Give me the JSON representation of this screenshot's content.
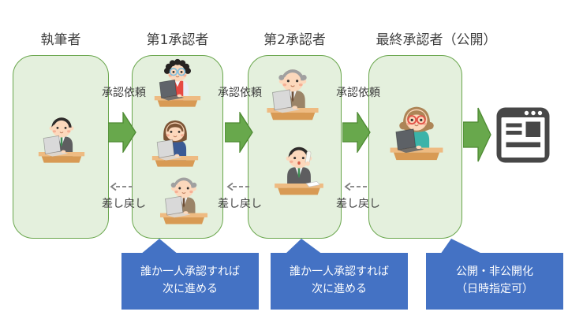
{
  "diagram_type": "approval-workflow",
  "stages": [
    {
      "id": "author",
      "title": "執筆者"
    },
    {
      "id": "first-approver",
      "title": "第1承認者"
    },
    {
      "id": "second-approver",
      "title": "第2承認者"
    },
    {
      "id": "final-approver",
      "title": "最終承認者（公開）"
    }
  ],
  "flow": {
    "request_labels": [
      "承認依頼",
      "承認依頼",
      "承認依頼"
    ],
    "return_labels": [
      "差し戻し",
      "差し戻し",
      "差し戻し"
    ]
  },
  "callouts": [
    {
      "line1": "誰か一人承認すれば",
      "line2": "次に進める"
    },
    {
      "line1": "誰か一人承認すれば",
      "line2": "次に進める"
    },
    {
      "line1": "公開・非公開化",
      "line2": "（日時指定可）"
    }
  ],
  "persons": [
    {
      "id": "author-man",
      "desc": "man in dark suit typing on laptop",
      "hair": "side",
      "hair_color": "#2e2c2b",
      "outfit": "suit",
      "outfit_color": "#5e5e60",
      "tie_color": "#3f8f55",
      "laptop_color": "#d9d9d9"
    },
    {
      "id": "approver1-curly-man",
      "desc": "man with curly hair, blue glasses, red vest, dark laptop",
      "hair": "curly",
      "hair_color": "#262322",
      "outfit": "vest",
      "outfit_color": "#e64a42",
      "sleeve_color": "#e8eef5",
      "glasses_color": "#7fc0e0",
      "laptop_color": "#60646a"
    },
    {
      "id": "approver1-woman",
      "desc": "woman with brown bob, navy top, white laptop",
      "hair": "bob",
      "hair_color": "#7d5536",
      "outfit": "plain",
      "outfit_color": "#3b5a94",
      "laptop_color": "#d9d9d9"
    },
    {
      "id": "approver1-senior-man",
      "desc": "senior man, gray hair, brown jacket, white laptop",
      "hair": "old",
      "hair_color": "#a0a0a0",
      "outfit": "suit",
      "outfit_color": "#9b8468",
      "tie_color": "#6e4f38",
      "laptop_color": "#d9d9d9"
    },
    {
      "id": "approver2-senior-man",
      "desc": "senior man, gray hair, brown jacket, white laptop",
      "hair": "old",
      "hair_color": "#a0a0a0",
      "outfit": "suit",
      "outfit_color": "#9b8468",
      "tie_color": "#6e4f38",
      "laptop_color": "#d9d9d9"
    },
    {
      "id": "approver2-phone-man",
      "desc": "man in dark suit talking on phone with papers",
      "hair": "side",
      "hair_color": "#2e2c2b",
      "outfit": "suit",
      "outfit_color": "#5e5e60",
      "tie_color": "#3f8f55",
      "laptop_color": null,
      "phone": true,
      "papers": true
    },
    {
      "id": "final-woman",
      "desc": "woman with light-brown hair, red glasses, teal top, dark laptop",
      "hair": "wavy",
      "hair_color": "#ad8557",
      "outfit": "plain",
      "outfit_color": "#3bb3a9",
      "glasses_color": "#e25349",
      "laptop_color": "#5d6166"
    }
  ],
  "output_icon": {
    "name": "published-page-icon",
    "dots": 3
  },
  "colors": {
    "stage_fill": "#e4f0dd",
    "stage_border": "#69a64c",
    "arrow_fill": "#68a84c",
    "arrow_border": "#4e8a33",
    "callout_fill": "#4472c4",
    "callout_text": "#ffffff",
    "return_arrow": "#7f7f7f",
    "label_text": "#3f3f3f",
    "icon_color": "#474747"
  }
}
